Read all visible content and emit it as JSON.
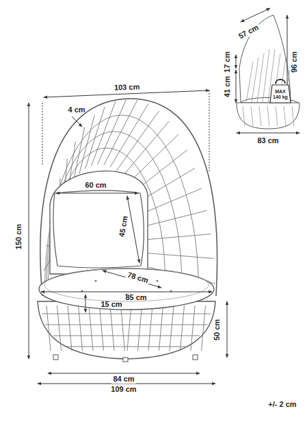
{
  "diagram": {
    "labels": [
      "103 cm",
      "4 cm",
      "60 cm",
      "45 cm",
      "150 cm",
      "78 cm",
      "85 cm",
      "15 cm",
      "50 cm",
      "84 cm",
      "109 cm",
      "57 cm",
      "17 cm",
      "96 cm",
      "41 cm",
      "MAX 140 kg",
      "83 cm",
      "+/- 2 cm"
    ]
  }
}
